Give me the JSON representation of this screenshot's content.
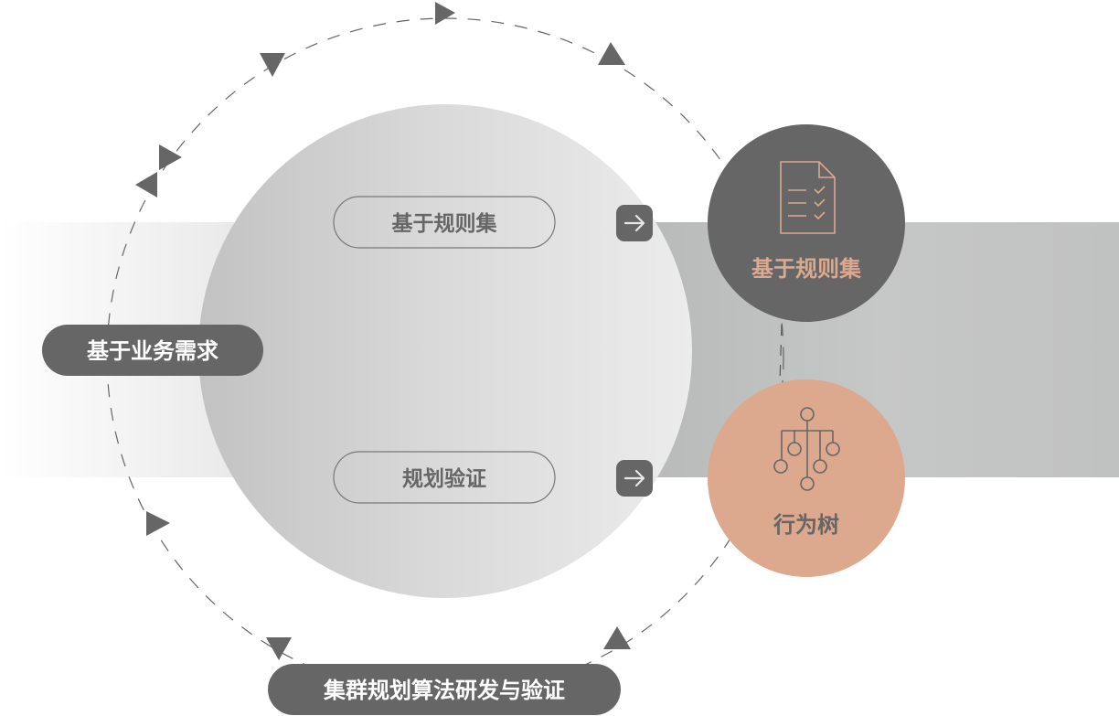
{
  "left_pill": "基于业务需求",
  "bottom_pill": "集群规划算法研发与验证",
  "inner_pills": [
    "基于规则集",
    "规划验证"
  ],
  "nodes": [
    {
      "label": "基于规则集",
      "icon": "checklist-document-icon"
    },
    {
      "label": "行为树",
      "icon": "behavior-tree-icon"
    }
  ],
  "colors": {
    "dark": "#666666",
    "accent": "#dca88e",
    "band": "#c4c5c5"
  }
}
